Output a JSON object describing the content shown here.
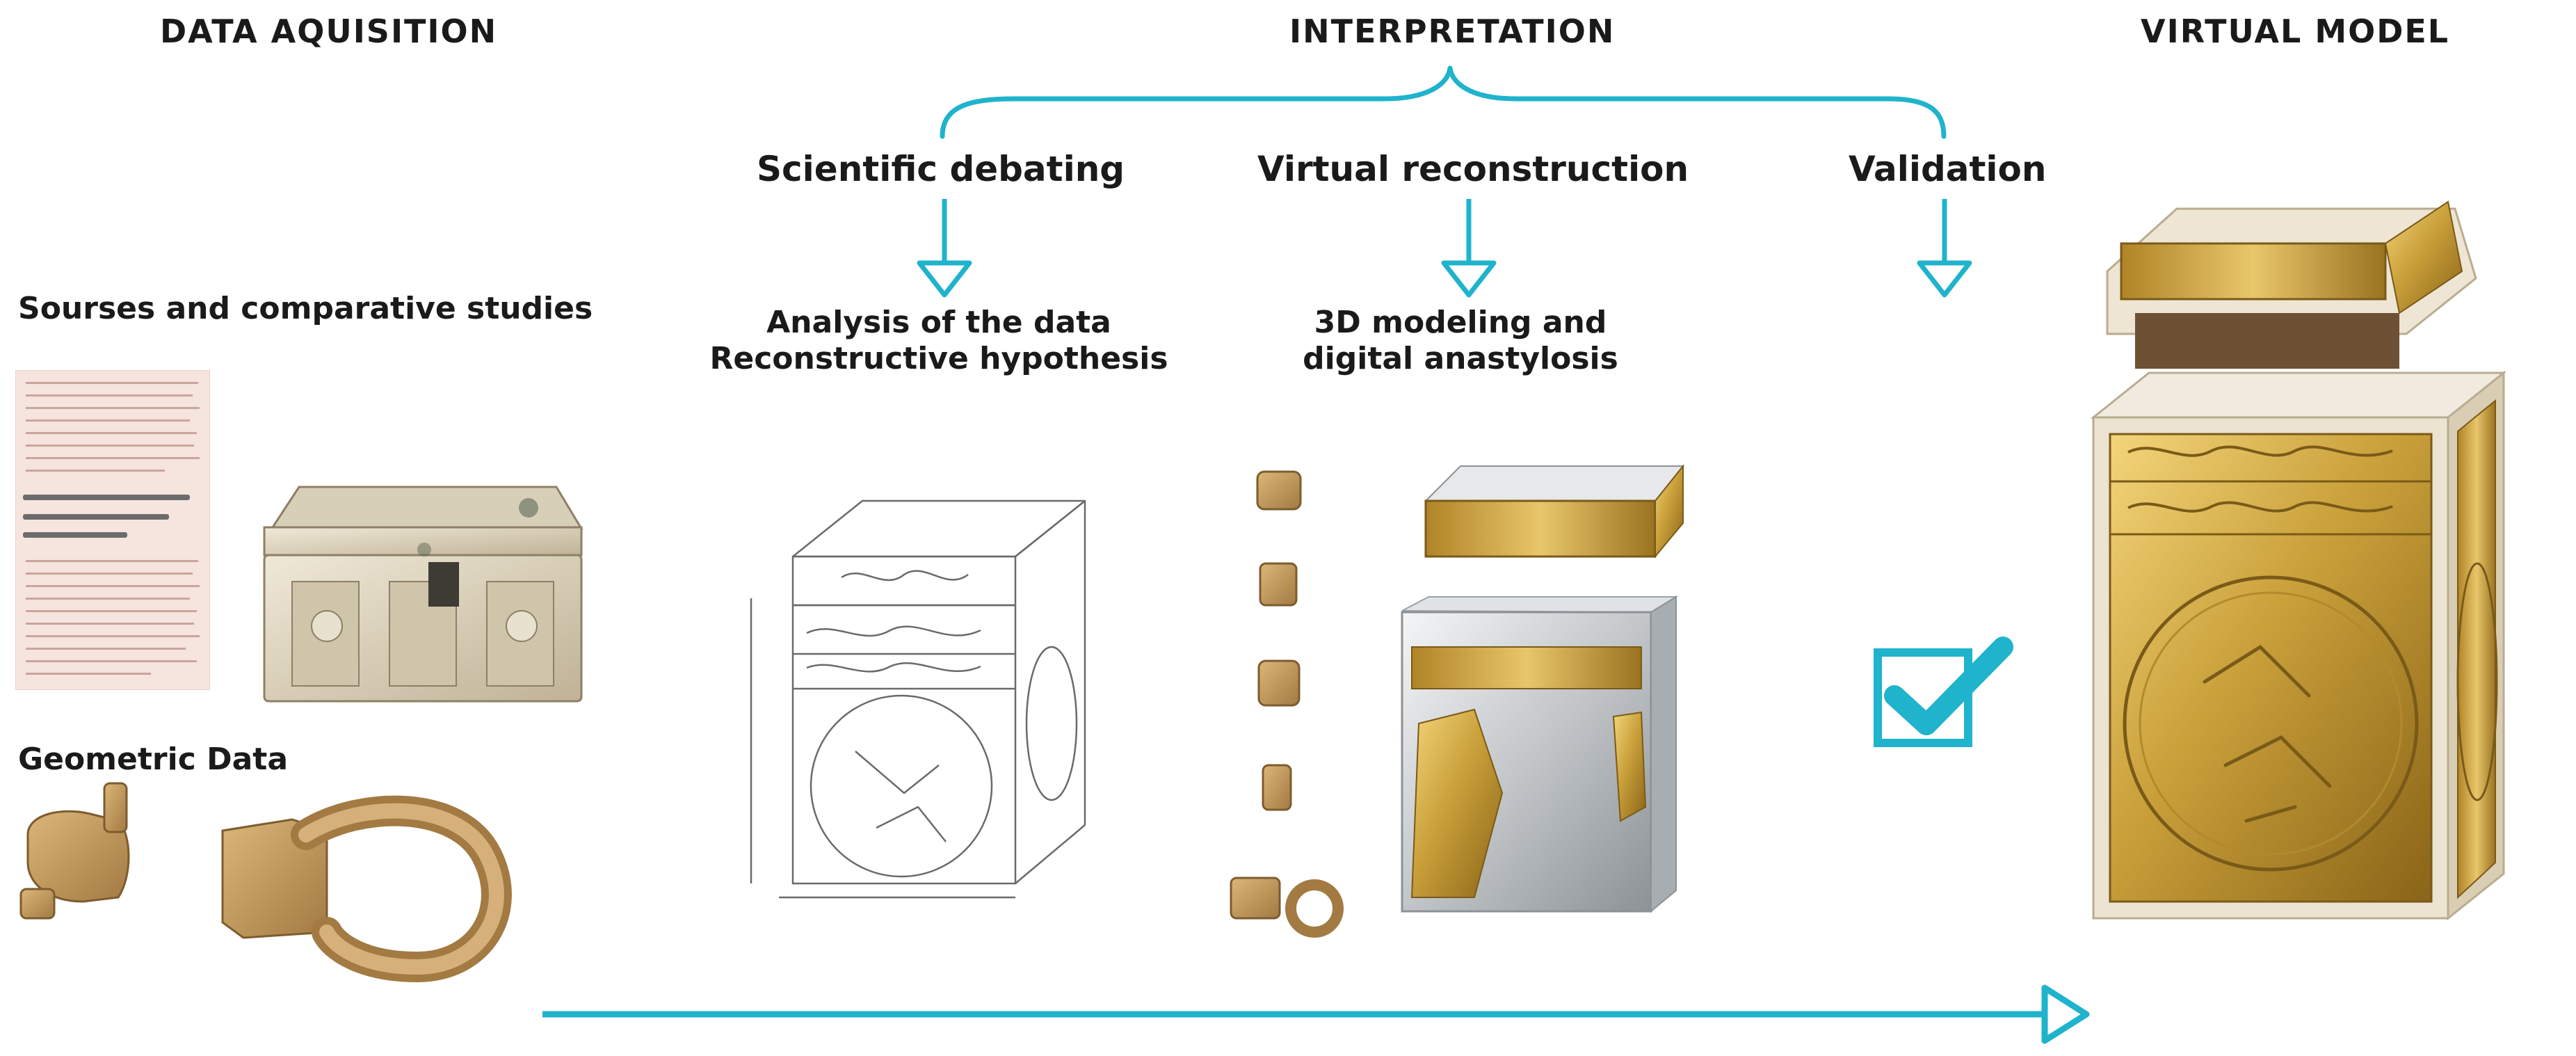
{
  "sections": {
    "acquisition": "DATA AQUISITION",
    "interpretation": "INTERPRETATION",
    "virtual_model": "VIRTUAL MODEL"
  },
  "steps": [
    {
      "label": "Scientific debating",
      "result_lines": [
        "Analysis of the data",
        "Reconstructive hypothesis"
      ]
    },
    {
      "label": "Virtual reconstruction",
      "result_lines": [
        "3D modeling and",
        "digital anastylosis"
      ]
    },
    {
      "label": "Validation"
    }
  ],
  "acquisition_items": {
    "sources": "Sourses and comparative studies",
    "geometric": "Geometric Data"
  },
  "colors": {
    "accent": "#1fb3cc",
    "gold": "#c9a03a",
    "ivory": "#e9e1cf",
    "bone": "#c9a06a",
    "silver": "#cfd3d6",
    "wood": "#7a5a3c"
  },
  "icons": {
    "validation": "checkbox-checked-icon",
    "flow": "long-arrow-right-icon",
    "brace": "curly-brace-icon",
    "step_arrow": "down-arrow-icon"
  }
}
